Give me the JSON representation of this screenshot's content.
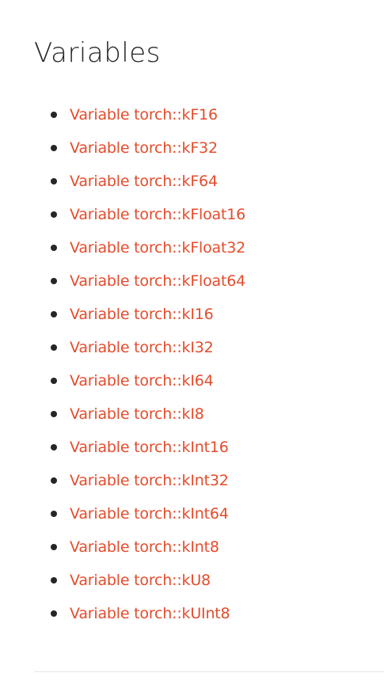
{
  "page": {
    "title": "Variables"
  },
  "variables": [
    {
      "label": "Variable torch::kF16"
    },
    {
      "label": "Variable torch::kF32"
    },
    {
      "label": "Variable torch::kF64"
    },
    {
      "label": "Variable torch::kFloat16"
    },
    {
      "label": "Variable torch::kFloat32"
    },
    {
      "label": "Variable torch::kFloat64"
    },
    {
      "label": "Variable torch::kI16"
    },
    {
      "label": "Variable torch::kI32"
    },
    {
      "label": "Variable torch::kI64"
    },
    {
      "label": "Variable torch::kI8"
    },
    {
      "label": "Variable torch::kInt16"
    },
    {
      "label": "Variable torch::kInt32"
    },
    {
      "label": "Variable torch::kInt64"
    },
    {
      "label": "Variable torch::kInt8"
    },
    {
      "label": "Variable torch::kU8"
    },
    {
      "label": "Variable torch::kUInt8"
    }
  ],
  "colors": {
    "link": "#e44c2c",
    "heading": "#262626",
    "bullet": "#262626",
    "divider": "#e6e6e6"
  }
}
